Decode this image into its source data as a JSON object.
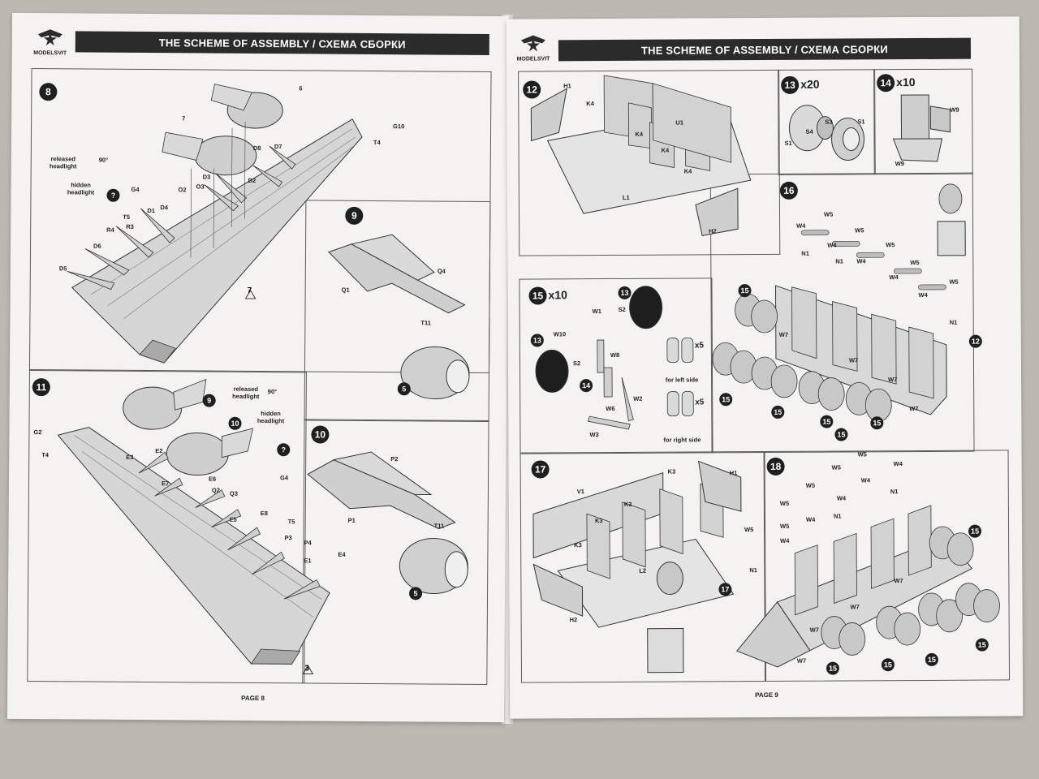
{
  "header": {
    "title": "THE SCHEME OF ASSEMBLY / СХЕМА СБОРКИ"
  },
  "logo": {
    "text": "MODELSVIT"
  },
  "left_page": {
    "page_label": "PAGE 8",
    "steps": [
      {
        "number": "8"
      },
      {
        "number": "9"
      },
      {
        "number": "10"
      },
      {
        "number": "11"
      }
    ],
    "step8_labels": [
      "6",
      "7",
      "G10",
      "T4",
      "D8",
      "D7",
      "D3",
      "D2",
      "O2",
      "O3",
      "G4",
      "T5",
      "D1",
      "D4",
      "R3",
      "R4",
      "D6",
      "D5"
    ],
    "step9_labels": [
      "Q4",
      "Q1",
      "T11",
      "5"
    ],
    "step10_labels": [
      "P2",
      "P1",
      "T11",
      "5"
    ],
    "step11_labels": [
      "9",
      "10",
      "G2",
      "T4",
      "E2",
      "E3",
      "E7",
      "E6",
      "Q2",
      "Q3",
      "E5",
      "E8",
      "T5",
      "P3",
      "P4",
      "E1",
      "E4",
      "G4"
    ],
    "headlight_released": "released headlight",
    "headlight_hidden": "hidden headlight",
    "angle": "90°",
    "triangle_marks": [
      "7",
      "3"
    ]
  },
  "right_page": {
    "page_label": "PAGE 9",
    "steps": [
      {
        "number": "12"
      },
      {
        "number": "13",
        "multiplier": "x20"
      },
      {
        "number": "14",
        "multiplier": "x10"
      },
      {
        "number": "15",
        "multiplier": "x10"
      },
      {
        "number": "16"
      },
      {
        "number": "17"
      },
      {
        "number": "18"
      }
    ],
    "step12_labels": [
      "H1",
      "K4",
      "U1",
      "K4",
      "K4",
      "K4",
      "L1",
      "H2"
    ],
    "step13_labels": [
      "S4",
      "S3",
      "S1",
      "S1"
    ],
    "step14_labels": [
      "W9",
      "W9"
    ],
    "step15_labels": [
      "W1",
      "S2",
      "W10",
      "W8",
      "S2",
      "W6",
      "W2",
      "W3",
      "13",
      "13",
      "14"
    ],
    "step15_sides": {
      "left": "for left side",
      "right": "for right side",
      "left_mult": "x5",
      "right_mult": "x5"
    },
    "step16_labels": [
      "W4",
      "W5",
      "W5",
      "W4",
      "W5",
      "N1",
      "W4",
      "W5",
      "N1",
      "W4",
      "W5",
      "W4",
      "N1",
      "W7",
      "W7",
      "W7",
      "W7",
      "15",
      "15",
      "15",
      "15",
      "15",
      "15",
      "12"
    ],
    "step17_labels": [
      "K3",
      "H1",
      "V1",
      "K3",
      "K3",
      "K3",
      "L2",
      "H2"
    ],
    "step18_labels": [
      "W5",
      "W4",
      "W5",
      "W5",
      "W4",
      "N1",
      "W5",
      "W4",
      "W5",
      "W4",
      "N1",
      "W5",
      "W4",
      "N1",
      "W7",
      "W7",
      "W7",
      "W7",
      "15",
      "15",
      "15",
      "15",
      "15",
      "17"
    ]
  }
}
